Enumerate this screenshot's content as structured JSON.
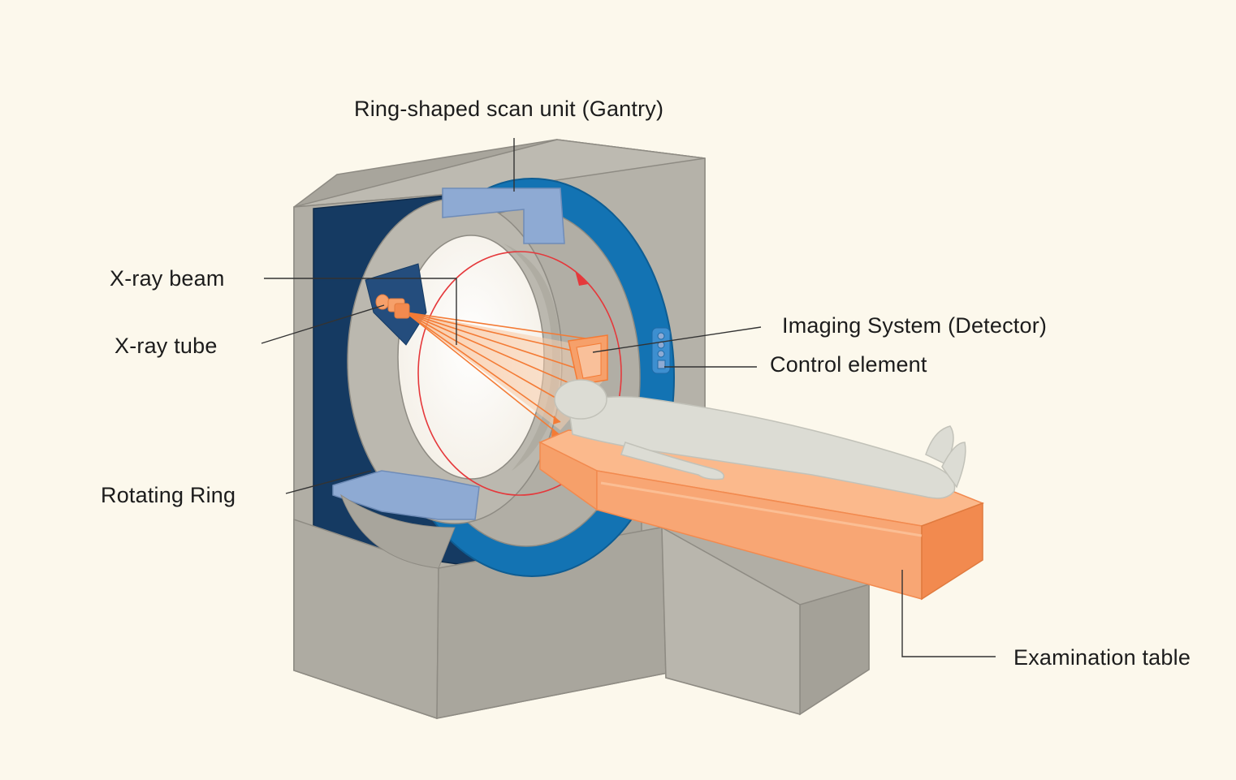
{
  "labels": {
    "gantry": "Ring-shaped scan unit (Gantry)",
    "xray_beam": "X-ray beam",
    "xray_tube": "X-ray tube",
    "detector": "Imaging System (Detector)",
    "control": "Control element",
    "rotating_ring": "Rotating Ring",
    "table": "Examination table"
  },
  "colors": {
    "background": "#fcf8ec",
    "housing": "#b1aea5",
    "housing_dark": "#9c998f",
    "ring_blue": "#1373b3",
    "panel_navy": "#153a62",
    "light_blue": "#8eaad3",
    "orange": "#f6a06a",
    "orange_dark": "#f28a4f",
    "beam": "#f47b35",
    "rotation_arrow": "#e5383b",
    "patient": "#dcdcd4",
    "leader_line": "#333333"
  },
  "icons": [
    "ct-scanner-illustration",
    "patient-figure",
    "rotation-arrow-icon",
    "xray-tube-icon"
  ]
}
